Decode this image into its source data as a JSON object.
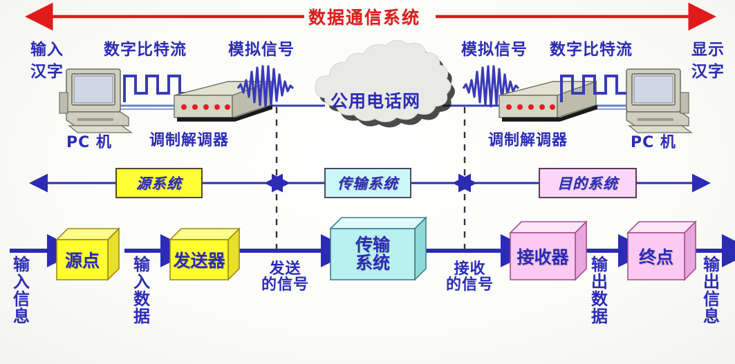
{
  "title": "数据通信系统",
  "title_color": "#e01b1b",
  "accent_blue": "#2b2bb5",
  "top_labels": {
    "input_left": "输入",
    "input_left2": "汉字",
    "digital_left": "数字比特流",
    "analog_left": "模拟信号",
    "analog_right": "模拟信号",
    "digital_right": "数字比特流",
    "display_right": "显示",
    "display_right2": "汉字"
  },
  "devices": {
    "pc_left": "PC 机",
    "modem_left": "调制解调器",
    "cloud": "公用电话网",
    "modem_right": "调制解调器",
    "pc_right": "PC 机"
  },
  "band": {
    "source_system": "源系统",
    "transmission_system": "传输系统",
    "destination_system": "目的系统",
    "colors": {
      "source": "#ffff33",
      "transmission": "#ccf7f7",
      "destination": "#fcd6f7"
    }
  },
  "flow": {
    "boxes": [
      {
        "label": "源点",
        "face": "#ffff2e",
        "top": "#ffff8c",
        "side": "#e8e02a"
      },
      {
        "label": "发送器",
        "face": "#ffff2e",
        "top": "#ffff8c",
        "side": "#e8e02a"
      },
      {
        "label": "传输\n系统",
        "line1": "传输",
        "line2": "系统",
        "face": "#b9f0f0",
        "top": "#e0fbfb",
        "side": "#8fd9d9"
      },
      {
        "label": "接收器",
        "face": "#fbc9f2",
        "top": "#fde4f8",
        "side": "#e8a7dd"
      },
      {
        "label": "终点",
        "face": "#fbc9f2",
        "top": "#fde4f8",
        "side": "#e8a7dd"
      }
    ],
    "annotations": {
      "input_info": "输入信息",
      "input_data": "输入数据",
      "sent_signal_1": "发送",
      "sent_signal_2": "的信号",
      "recv_signal_1": "接收",
      "recv_signal_2": "的信号",
      "output_data": "输出数据",
      "output_info": "输出信息"
    }
  }
}
